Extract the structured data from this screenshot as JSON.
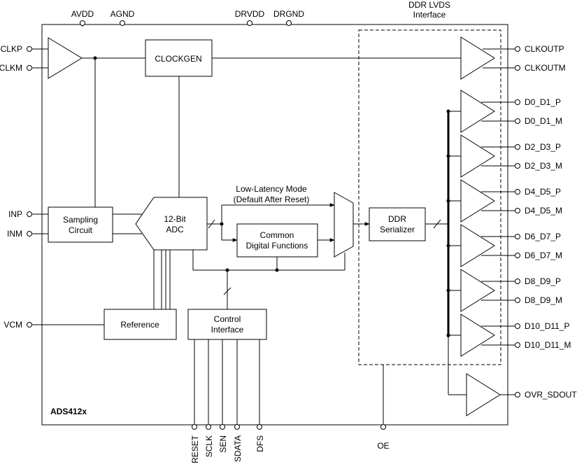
{
  "chip_name": "ADS412x",
  "supply_pins": [
    "AVDD",
    "AGND",
    "DRVDD",
    "DRGND"
  ],
  "interface_title": [
    "DDR LVDS",
    "Interface"
  ],
  "input_pins": {
    "clkp": "CLKP",
    "clkm": "CLKM",
    "inp": "INP",
    "inm": "INM",
    "vcm": "VCM"
  },
  "blocks": {
    "clockgen": "CLOCKGEN",
    "sampling": [
      "Sampling",
      "Circuit"
    ],
    "adc": [
      "12-Bit",
      "ADC"
    ],
    "common": [
      "Common",
      "Digital Functions"
    ],
    "serializer": [
      "DDR",
      "Serializer"
    ],
    "reference": "Reference",
    "control": [
      "Control",
      "Interface"
    ]
  },
  "low_latency": [
    "Low-Latency Mode",
    "(Default After Reset)"
  ],
  "clock_outputs": [
    "CLKOUTP",
    "CLKOUTM"
  ],
  "data_outputs": [
    "D0_D1_P",
    "D0_D1_M",
    "D2_D3_P",
    "D2_D3_M",
    "D4_D5_P",
    "D4_D5_M",
    "D6_D7_P",
    "D6_D7_M",
    "D8_D9_P",
    "D8_D9_M",
    "D10_D11_P",
    "D10_D11_M"
  ],
  "ovr_output": "OVR_SDOUT",
  "control_pins": [
    "RESET",
    "SCLK",
    "SEN",
    "SDATA",
    "DFS"
  ],
  "oe_pin": "OE"
}
